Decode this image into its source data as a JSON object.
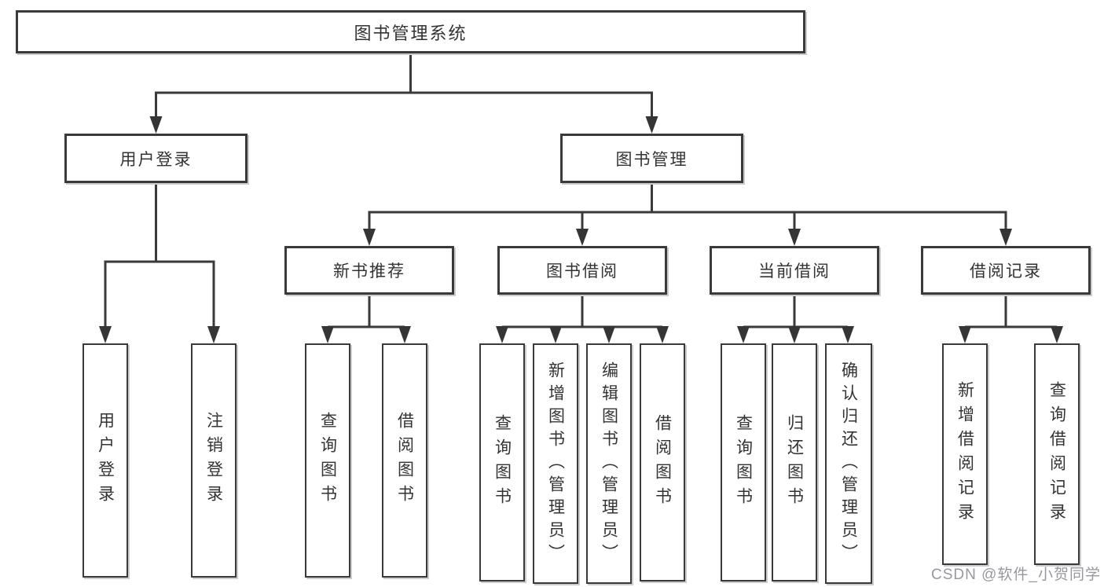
{
  "diagram": {
    "root": {
      "label": "图书管理系统"
    },
    "level1": [
      {
        "id": "user-login",
        "label": "用户登录"
      },
      {
        "id": "book-management",
        "label": "图书管理"
      }
    ],
    "level2": [
      {
        "id": "new-book-recommend",
        "label": "新书推荐"
      },
      {
        "id": "book-borrow",
        "label": "图书借阅"
      },
      {
        "id": "current-borrow",
        "label": "当前借阅"
      },
      {
        "id": "borrow-records",
        "label": "借阅记录"
      }
    ],
    "leaves": [
      {
        "group": "user-login",
        "label": "用户登录"
      },
      {
        "group": "user-login",
        "label": "注销登录"
      },
      {
        "group": "new-book-recommend",
        "label": "查询图书"
      },
      {
        "group": "new-book-recommend",
        "label": "借阅图书"
      },
      {
        "group": "book-borrow",
        "label": "查询图书"
      },
      {
        "group": "book-borrow",
        "label": "新增图书（管理员）"
      },
      {
        "group": "book-borrow",
        "label": "编辑图书（管理员）"
      },
      {
        "group": "book-borrow",
        "label": "借阅图书"
      },
      {
        "group": "current-borrow",
        "label": "查询图书"
      },
      {
        "group": "current-borrow",
        "label": "归还图书"
      },
      {
        "group": "current-borrow",
        "label": "确认归还（管理员）"
      },
      {
        "group": "borrow-records",
        "label": "新增借阅记录"
      },
      {
        "group": "borrow-records",
        "label": "查询借阅记录"
      }
    ]
  },
  "watermark": "CSDN @软件_小贺同学",
  "colors": {
    "line": "#3a3a3a",
    "text": "#333333",
    "watermark": "#97979f",
    "background": "#ffffff"
  }
}
